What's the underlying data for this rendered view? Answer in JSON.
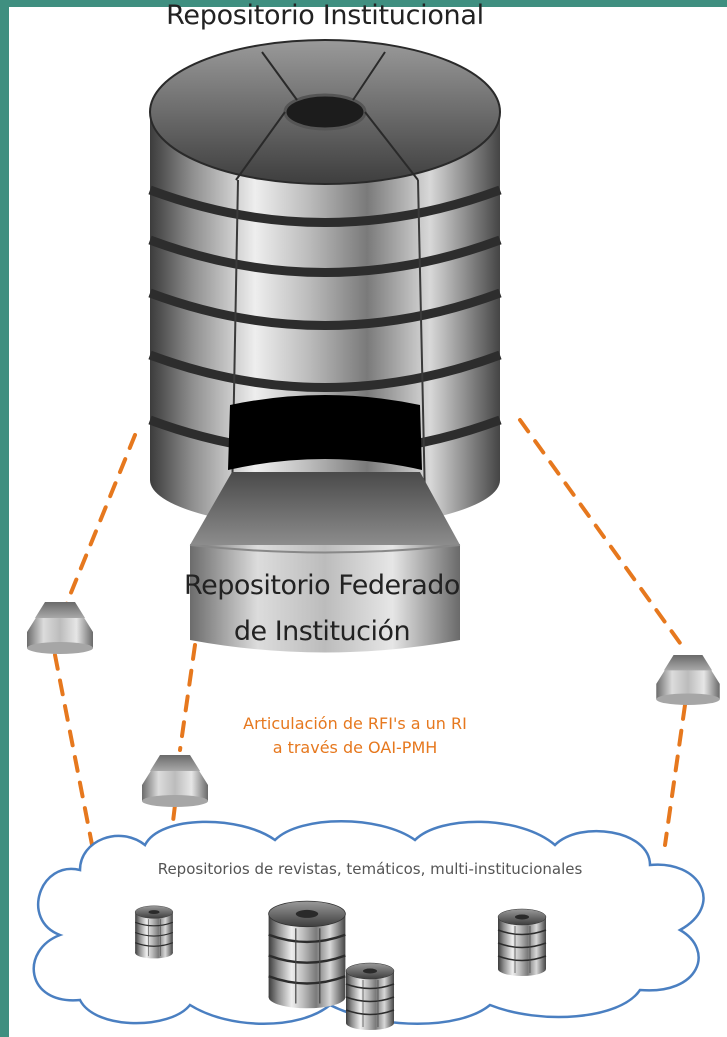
{
  "diagram": {
    "title": "Repositorio Institucional",
    "federated_label_line1": "Repositorio Federado",
    "federated_label_line2": "de Institución",
    "caption_line1": "Articulación de RFI's a un RI",
    "caption_line2": "a través de OAI-PMH",
    "cloud_label": "Repositorios de revistas, temáticos, multi-institucionales"
  },
  "colors": {
    "background": "#3f8f80",
    "accent": "#e6781e",
    "metal": "#9a9a9a"
  }
}
